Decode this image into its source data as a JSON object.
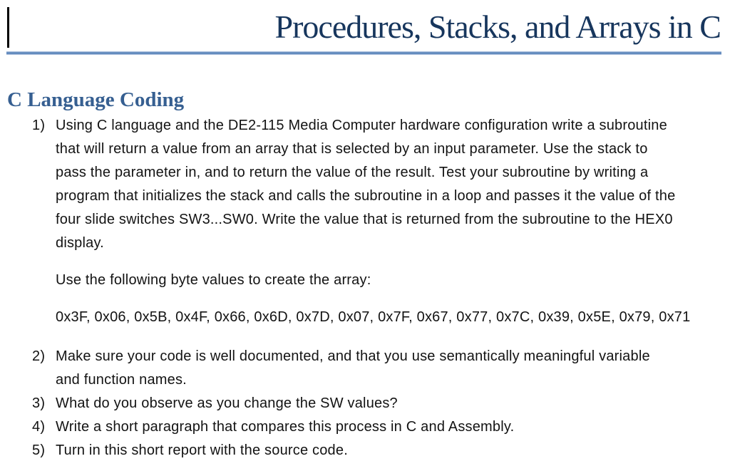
{
  "colors": {
    "title_text": "#17365D",
    "heading_text": "#365F91",
    "rule_dark_blue": "#4A79B4",
    "rule_light_blue": "#A9BEDD",
    "body_text": "#131313",
    "background": "#FFFFFF"
  },
  "title": {
    "text": "Procedures, Stacks, and Arrays in C"
  },
  "heading": {
    "text": "C Language Coding"
  },
  "list": {
    "items": [
      {
        "number": "1)",
        "text": "Using C language and the DE2-115 Media Computer hardware configuration write a subroutine\nthat will return a value from an array that is selected by an input parameter. Use the stack to\npass the parameter in, and to return the value of the result. Test your subroutine by writing a\nprogram that initializes the stack and calls the subroutine in a loop and passes it the value of the\nfour slide switches SW3...SW0. Write the value that is returned from the subroutine to the HEX0\ndisplay."
      },
      {
        "number": "2)",
        "text": "Make sure your code is well documented, and that you use semantically meaningful variable\nand function names."
      },
      {
        "number": "3)",
        "text": "What do you observe as you change the SW values?"
      },
      {
        "number": "4)",
        "text": "Write a short paragraph that compares this process in C and Assembly."
      },
      {
        "number": "5)",
        "text": "Turn in this short report with the source code."
      }
    ],
    "sub_paragraphs": [
      {
        "text": "Use the following byte values to create the array:"
      },
      {
        "text": "0x3F, 0x06, 0x5B, 0x4F, 0x66, 0x6D, 0x7D, 0x07, 0x7F, 0x67, 0x77, 0x7C, 0x39, 0x5E, 0x79, 0x71"
      }
    ]
  }
}
